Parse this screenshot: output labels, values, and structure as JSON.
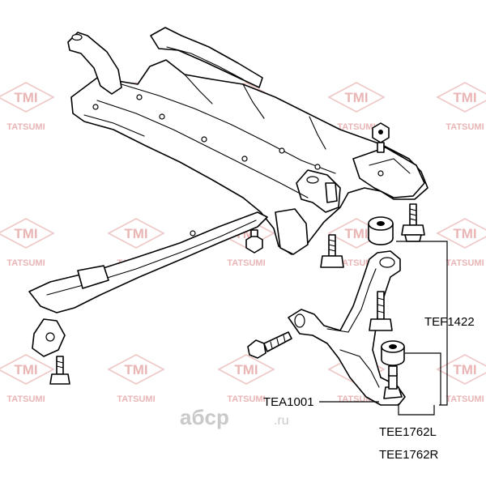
{
  "watermark": {
    "logo": "TMI",
    "brand": "TATSUMI",
    "color": "#e9b5b5"
  },
  "callouts": [
    {
      "id": "tef1422",
      "text": "TEF1422"
    },
    {
      "id": "tea1001",
      "text": "TEA1001"
    },
    {
      "id": "tee1762l",
      "text": "TEE1762L"
    },
    {
      "id": "tee1762r",
      "text": "TEE1762R"
    }
  ],
  "site_brand": {
    "name": "aбcp",
    "tld": ".ru",
    "color": "#c9c9c9"
  }
}
